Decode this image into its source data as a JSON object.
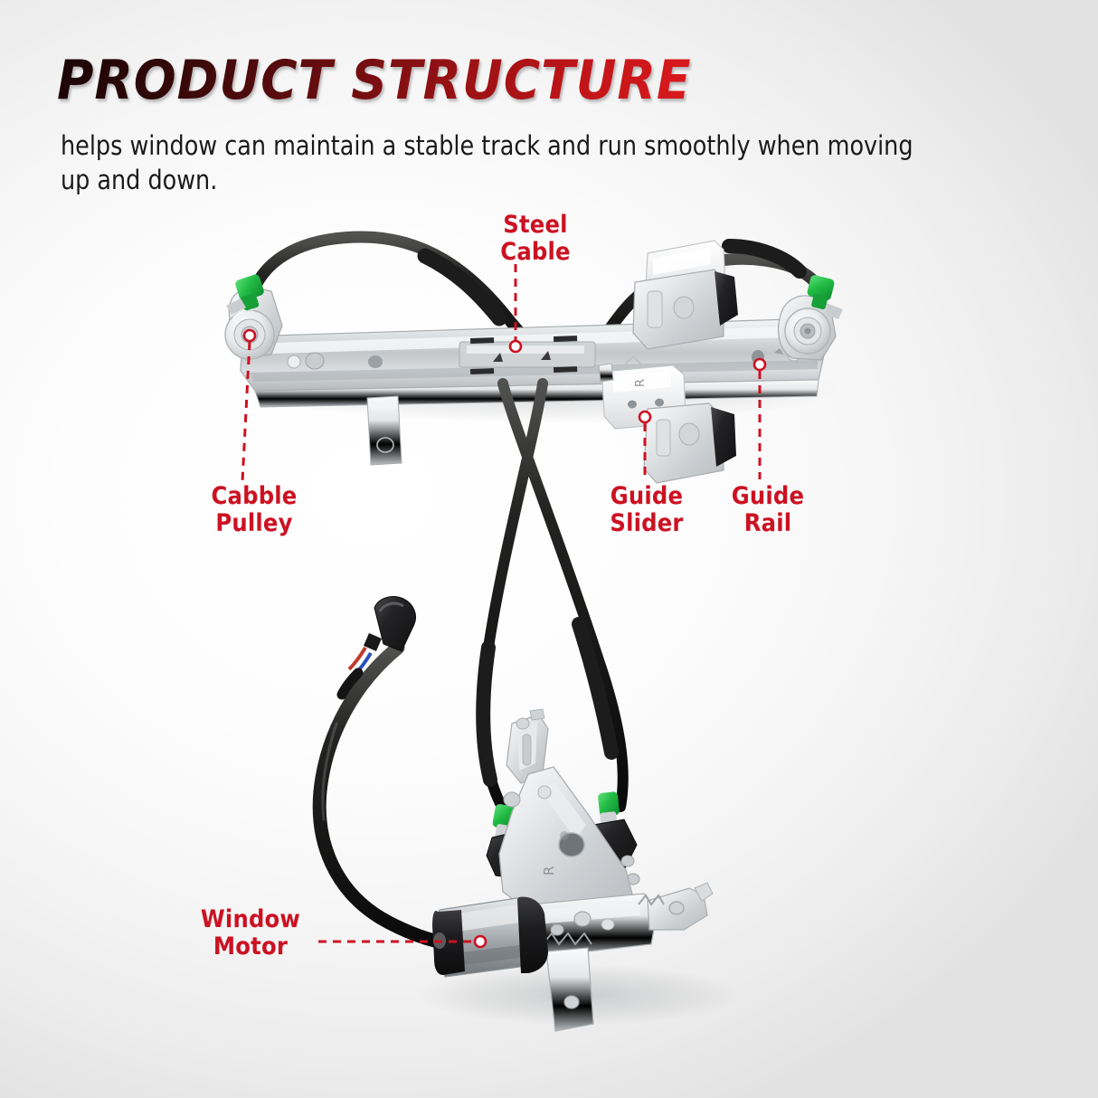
{
  "header": {
    "title": "PRODUCT STRUCTURE",
    "subtitle": "helps window can maintain a stable track and run smoothly when moving up and down."
  },
  "colors": {
    "accent_red": "#cc1122",
    "title_dark": "#1b0505",
    "title_bright": "#ee2a26",
    "cable_black": "#1a1a1a",
    "collar_green": "#22bb44",
    "metal_silver": "#cfd2d4",
    "background_light": "#ffffff",
    "background_edge": "#e2e2e2"
  },
  "callouts": [
    {
      "id": "steel-cable",
      "label": "Steel\nCable",
      "marker": "circle-marker"
    },
    {
      "id": "cabble-pulley",
      "label": "Cabble\nPulley",
      "marker": "circle-marker"
    },
    {
      "id": "guide-slider",
      "label": "Guide\nSlider",
      "marker": "circle-marker"
    },
    {
      "id": "guide-rail",
      "label": "Guide\nRail",
      "marker": "circle-marker"
    },
    {
      "id": "window-motor",
      "label": "Window\nMotor",
      "marker": "circle-marker"
    }
  ],
  "product": {
    "name": "power-window-regulator-with-motor",
    "parts": [
      "guide-rail",
      "guide-slider",
      "cabble-pulley",
      "steel-cable",
      "window-motor",
      "electrical-connector",
      "mounting-bracket"
    ],
    "marking": "R"
  }
}
